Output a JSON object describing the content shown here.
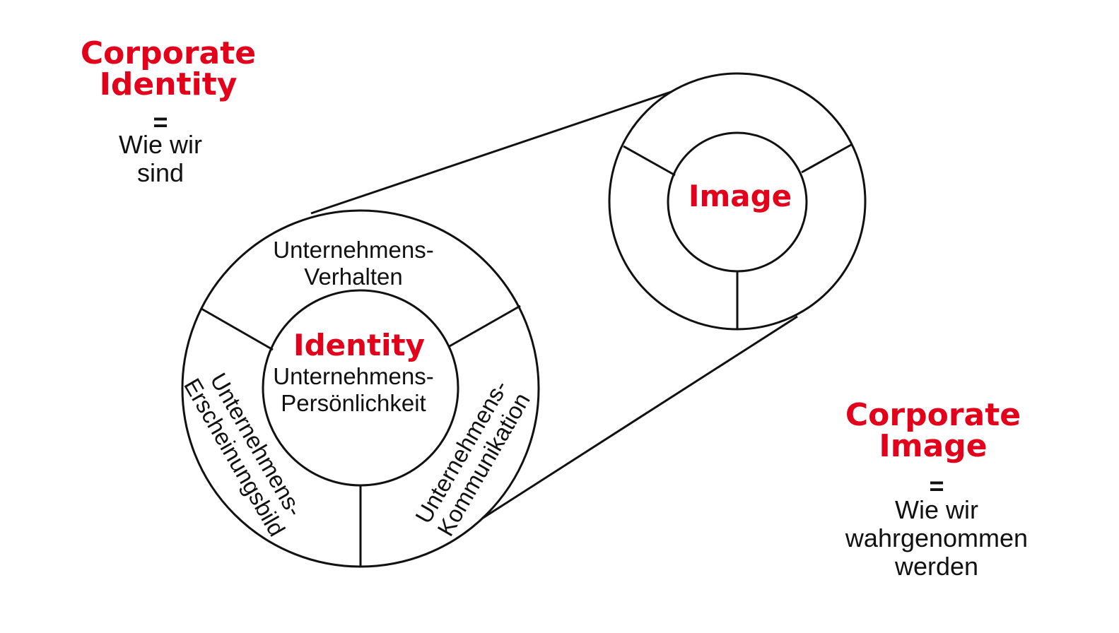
{
  "colors": {
    "accent": "#e2001a",
    "line": "#111111"
  },
  "left_heading": {
    "line1": "Corporate",
    "line2": "Identity",
    "equals": "=",
    "desc1": "Wie wir",
    "desc2": "sind"
  },
  "right_heading": {
    "line1": "Corporate",
    "line2": "Image",
    "equals": "=",
    "desc1": "Wie wir",
    "desc2": "wahrgenommen",
    "desc3": "werden"
  },
  "identity_circle": {
    "center_title": "Identity",
    "center_sub1": "Unternehmens-",
    "center_sub2": "Persönlichkeit",
    "top_1": "Unternehmens-",
    "top_2": "Verhalten",
    "left_1": "Unternehmens-",
    "left_2": "Erscheinungsbild",
    "right_1": "Unternehmens-",
    "right_2": "Kommunikation"
  },
  "image_circle": {
    "center_title": "Image"
  }
}
